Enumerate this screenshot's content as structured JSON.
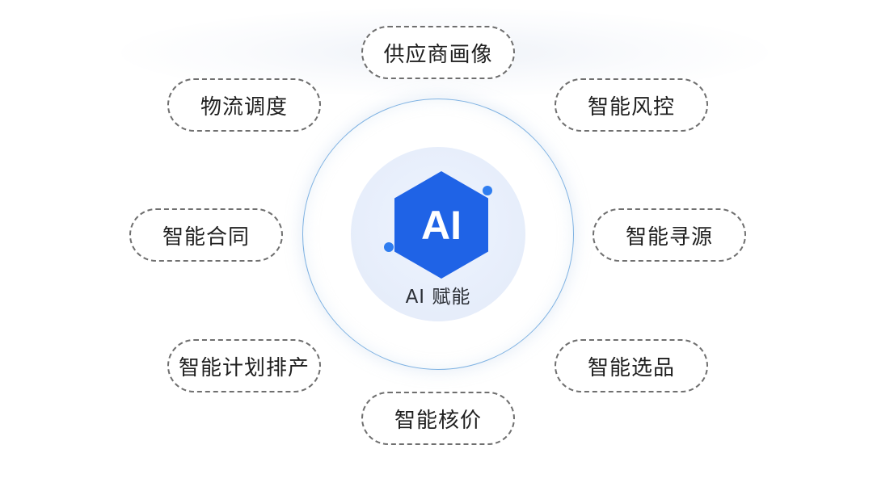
{
  "center": {
    "logo_text": "AI",
    "title": "AI 赋能"
  },
  "nodes": [
    {
      "id": "supplier-profile",
      "label": "供应商画像"
    },
    {
      "id": "logistics-dispatch",
      "label": "物流调度"
    },
    {
      "id": "smart-risk-control",
      "label": "智能风控"
    },
    {
      "id": "smart-contract",
      "label": "智能合同"
    },
    {
      "id": "smart-sourcing",
      "label": "智能寻源"
    },
    {
      "id": "smart-production-planning",
      "label": "智能计划排产"
    },
    {
      "id": "smart-product-selection",
      "label": "智能选品"
    },
    {
      "id": "smart-pricing",
      "label": "智能核价"
    }
  ],
  "colors": {
    "hexagon": "#1f63e6",
    "accent_dot": "#2f7df0",
    "ring": "#7fb2e2",
    "pill_border": "#6f6f6f",
    "text": "#1f1f1f"
  }
}
